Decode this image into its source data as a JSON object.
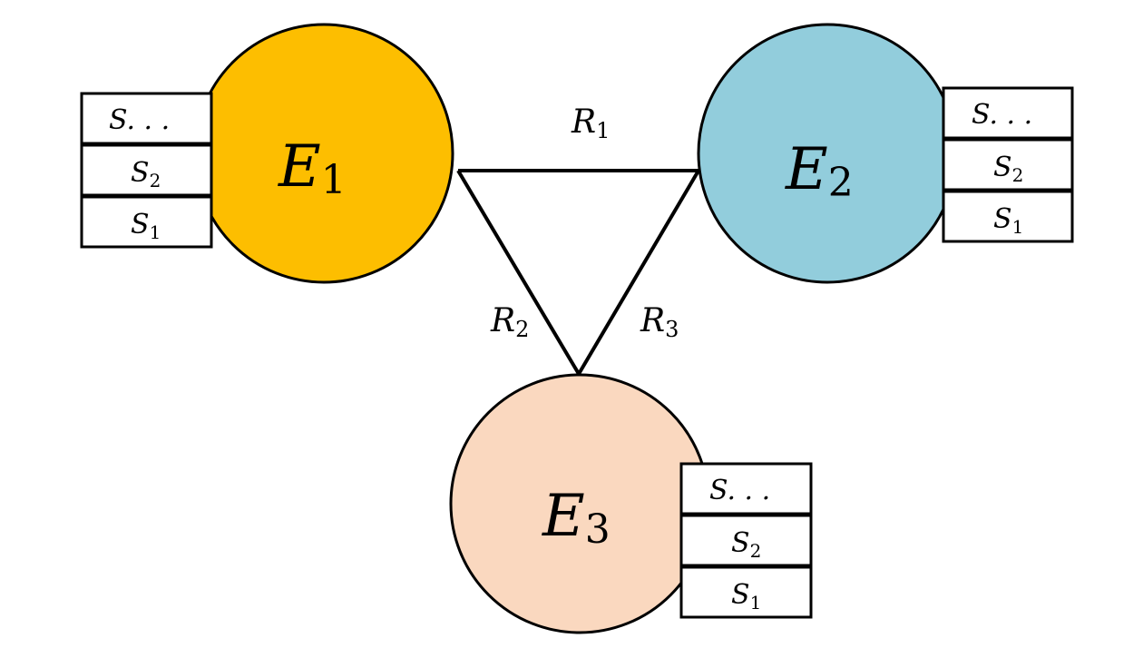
{
  "entities": [
    {
      "id": "E1",
      "letter": "E",
      "subscript": "1",
      "color": "#FDBE00",
      "states": [
        {
          "letter": "S",
          "subscript": "",
          "text": "S. . ."
        },
        {
          "letter": "S",
          "subscript": "2"
        },
        {
          "letter": "S",
          "subscript": "1"
        }
      ]
    },
    {
      "id": "E2",
      "letter": "E",
      "subscript": "2",
      "color": "#92CDDC",
      "states": [
        {
          "letter": "S",
          "subscript": "",
          "text": "S. . ."
        },
        {
          "letter": "S",
          "subscript": "2"
        },
        {
          "letter": "S",
          "subscript": "1"
        }
      ]
    },
    {
      "id": "E3",
      "letter": "E",
      "subscript": "3",
      "color": "#FAD8BF",
      "states": [
        {
          "letter": "S",
          "subscript": "",
          "text": "S. . ."
        },
        {
          "letter": "S",
          "subscript": "2"
        },
        {
          "letter": "S",
          "subscript": "1"
        }
      ]
    }
  ],
  "relations": [
    {
      "id": "R1",
      "letter": "R",
      "subscript": "1"
    },
    {
      "id": "R2",
      "letter": "R",
      "subscript": "2"
    },
    {
      "id": "R3",
      "letter": "R",
      "subscript": "3"
    }
  ]
}
